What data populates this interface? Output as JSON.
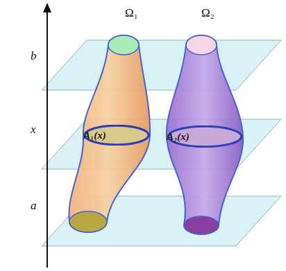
{
  "diagram": {
    "nodes": [
      {
        "text": [
          "A₁(x)"
        ]
      },
      {
        "text": [
          "A₂(x)"
        ]
      }
    ],
    "labels": [
      "Ω₁",
      "Ω₂",
      "b",
      "x",
      "a"
    ]
  }
}
